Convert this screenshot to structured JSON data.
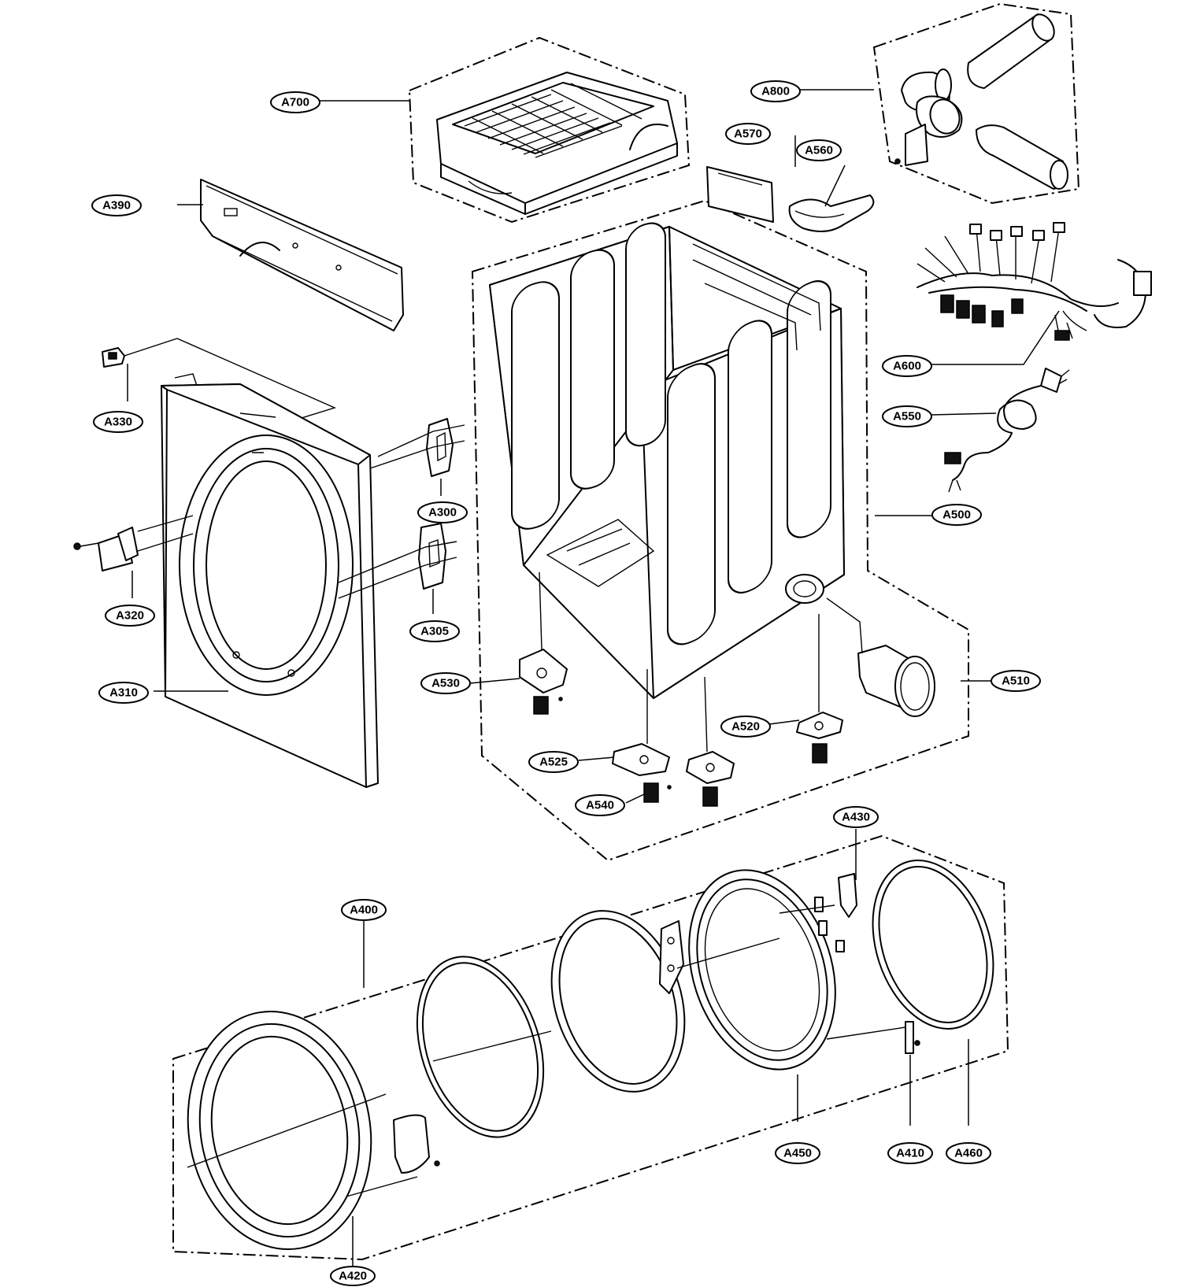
{
  "callouts": {
    "A700": "A700",
    "A800": "A800",
    "A570": "A570",
    "A560": "A560",
    "A390": "A390",
    "A600": "A600",
    "A550": "A550",
    "A330": "A330",
    "A300": "A300",
    "A500": "A500",
    "A320": "A320",
    "A305": "A305",
    "A530": "A530",
    "A510": "A510",
    "A310": "A310",
    "A520": "A520",
    "A525": "A525",
    "A540": "A540",
    "A430": "A430",
    "A400": "A400",
    "A450": "A450",
    "A410": "A410",
    "A460": "A460",
    "A420": "A420"
  }
}
